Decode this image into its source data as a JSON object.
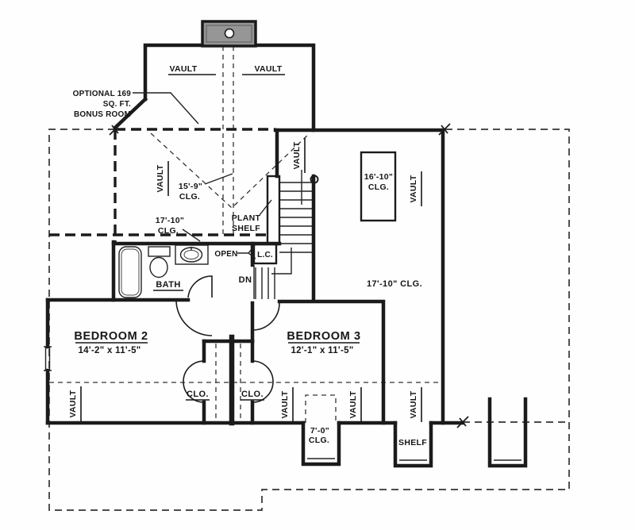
{
  "colors": {
    "background": "#fefefe",
    "line": "#1b1b1b",
    "chimney_fill": "#969696"
  },
  "labels": {
    "vault": "VAULT",
    "bonus_room": {
      "line1": "OPTIONAL 169",
      "line2": "SQ. FT.",
      "line3": "BONUS ROOM"
    },
    "clg_15_9": {
      "line1": "15'-9\"",
      "line2": "CLG."
    },
    "clg_17_10_upper": {
      "line1": "17'-10\"",
      "line2": "CLG."
    },
    "plant_shelf": {
      "line1": "PLANT",
      "line2": "SHELF"
    },
    "clg_16_10": {
      "line1": "16'-10\"",
      "line2": "CLG."
    },
    "clg_17_10_right": "17'-10\" CLG.",
    "open": "OPEN",
    "linen_closet": "L.C.",
    "down": "DN",
    "bath": "BATH",
    "bedroom2": {
      "name": "BEDROOM 2",
      "dims": "14'-2\" x 11'-5\""
    },
    "bedroom3": {
      "name": "BEDROOM 3",
      "dims": "12'-1\" x 11'-5\""
    },
    "closet": "CLO.",
    "clg_7_0": {
      "line1": "7'-0\"",
      "line2": "CLG."
    },
    "shelf": "SHELF"
  }
}
